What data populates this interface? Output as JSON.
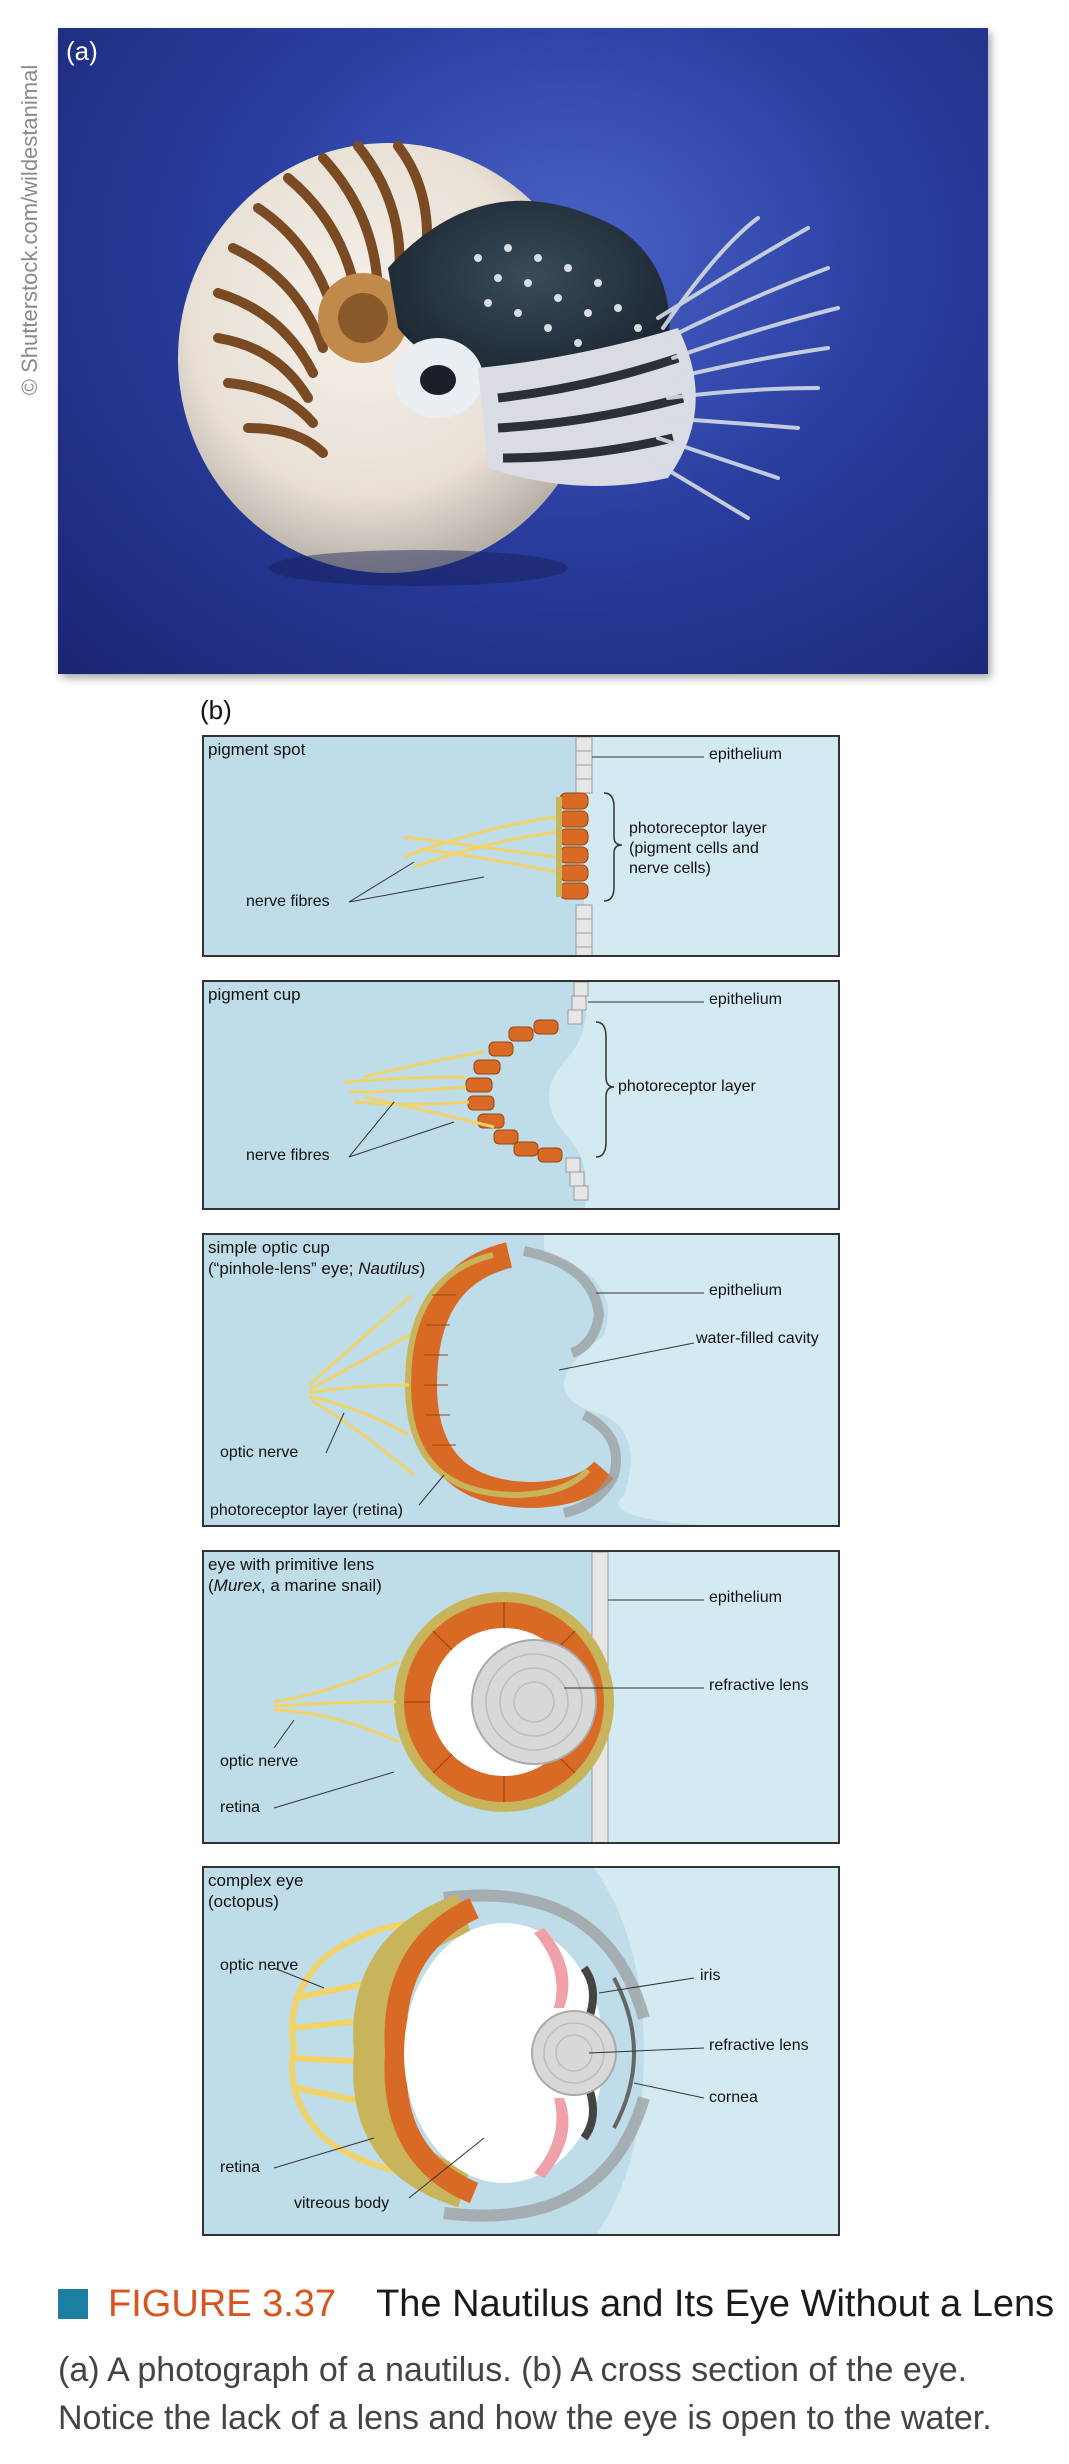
{
  "photo": {
    "credit": "© Shutterstock.com/wildestanimal",
    "label": "(a)"
  },
  "diagram": {
    "label": "(b)",
    "panels": [
      {
        "title": "pigment spot",
        "annotations": [
          "epithelium",
          "photoreceptor layer\n(pigment cells and\nnerve cells)",
          "nerve fibres"
        ]
      },
      {
        "title": "pigment cup",
        "annotations": [
          "epithelium",
          "photoreceptor layer",
          "nerve fibres"
        ]
      },
      {
        "title_line1": "simple optic cup",
        "title_line2_prefix": "(“pinhole-lens” eye; ",
        "title_line2_italic": "Nautilus",
        "title_line2_suffix": ")",
        "annotations": [
          "epithelium",
          "water-filled cavity",
          "optic nerve",
          "photoreceptor layer (retina)"
        ]
      },
      {
        "title_line1": "eye with primitive lens",
        "title_line2_prefix": "(",
        "title_line2_italic": "Murex",
        "title_line2_suffix": ", a marine snail)",
        "annotations": [
          "epithelium",
          "refractive lens",
          "optic nerve",
          "retina"
        ]
      },
      {
        "title": "complex eye\n(octopus)",
        "annotations": [
          "optic nerve",
          "iris",
          "refractive lens",
          "cornea",
          "retina",
          "vitreous body"
        ]
      }
    ]
  },
  "caption": {
    "figure_number": "FIGURE 3.37",
    "title": "The Nautilus and Its Eye Without a Lens",
    "text": "(a) A photograph of a nautilus. (b) A cross section of the eye. Notice the lack of a lens and how the eye is open to the water."
  },
  "colors": {
    "accent_square": "#1c7fa3",
    "figure_number": "#d9541e",
    "panel_background": "#bfdde9",
    "photoreceptor": "#d96a25",
    "nerve": "#f1d36a"
  }
}
